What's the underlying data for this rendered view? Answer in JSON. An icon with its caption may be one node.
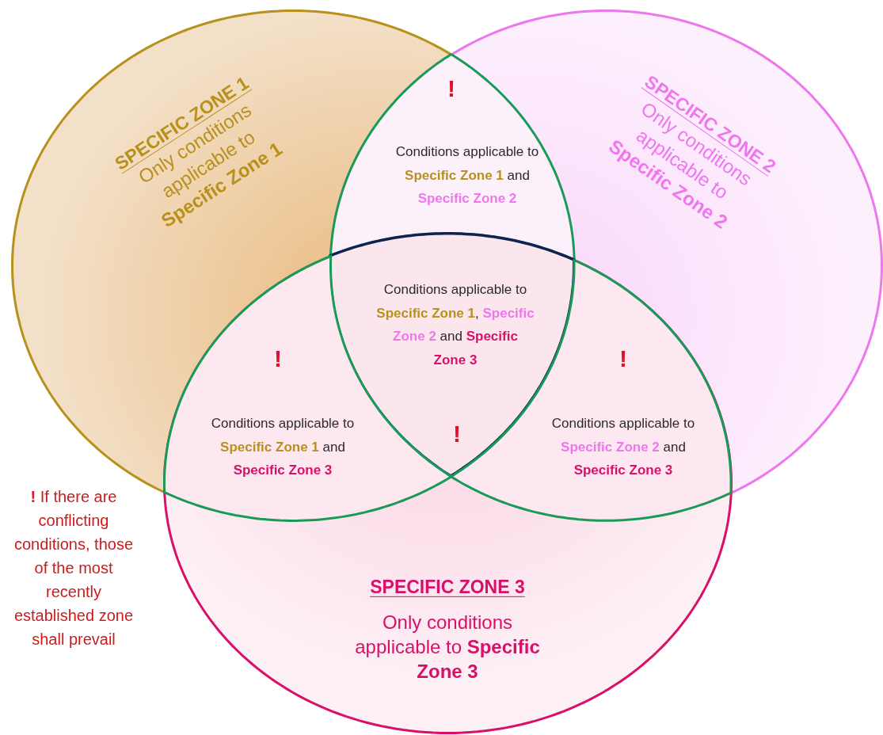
{
  "diagram": {
    "nodes": [
      {
        "text": [
          "SPECIFIC ZONE 1",
          "Only conditions applicable to **Specific Zone 1**"
        ]
      },
      {
        "text": [
          "SPECIFIC ZONE 2",
          "Only conditions applicable to **Specific Zone 2**"
        ]
      },
      {
        "text": [
          "SPECIFIC ZONE 3",
          "Only conditions applicable to **Specific Zone 3**"
        ]
      },
      {
        "text": [
          "Conditions applicable to **Specific Zone 1** and **Specific Zone 2**"
        ]
      },
      {
        "text": [
          "Conditions applicable to **Specific Zone 1**, **Specific Zone 2** and **Specific Zone 3**"
        ]
      },
      {
        "text": [
          "Conditions applicable to **Specific Zone 1** and **Specific Zone 3**"
        ]
      },
      {
        "text": [
          "Conditions applicable to **Specific Zone 2** and **Specific Zone 3**"
        ]
      }
    ],
    "labels": [
      "!",
      "!",
      "!",
      "!",
      "**!** If there are conflicting conditions, those of the most recently established zone shall prevail"
    ]
  }
}
